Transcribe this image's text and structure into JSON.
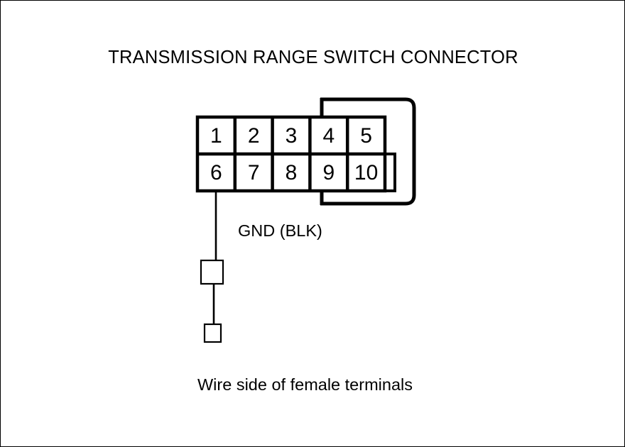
{
  "diagram": {
    "title": "TRANSMISSION RANGE SWITCH CONNECTOR",
    "caption": "Wire side of female terminals",
    "stroke_color": "#000000",
    "background_color": "#ffffff",
    "connector": {
      "rows": [
        {
          "pins": [
            "1",
            "2",
            "3",
            "4",
            "5"
          ]
        },
        {
          "pins": [
            "6",
            "7",
            "8",
            "9",
            "10"
          ]
        }
      ]
    },
    "wires": [
      {
        "from_pin": "6",
        "label": "GND (BLK)",
        "color_code": "BLK",
        "signal": "GND"
      }
    ]
  }
}
